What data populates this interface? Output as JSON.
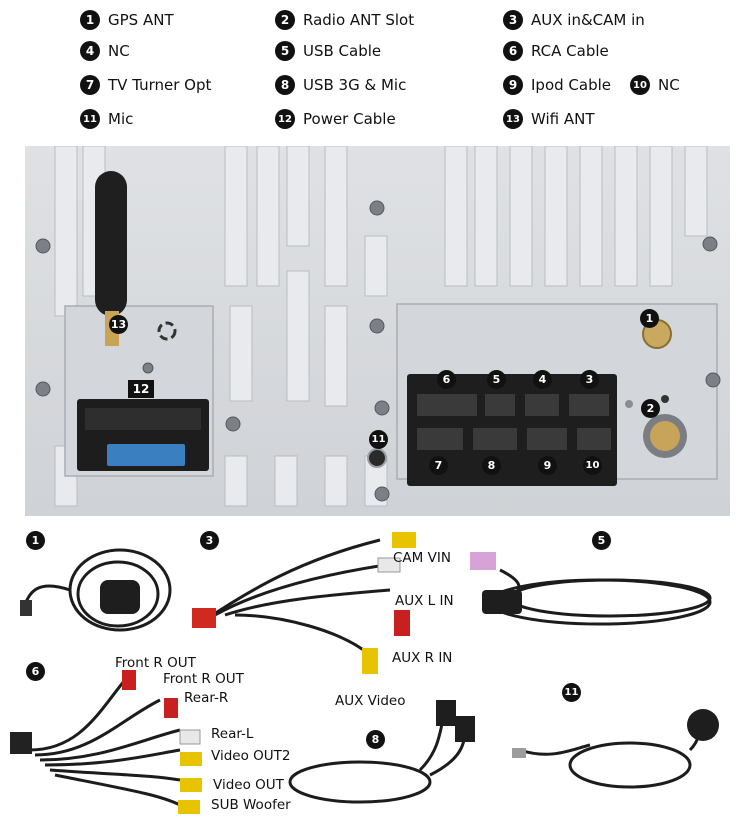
{
  "legend": [
    {
      "num": "1",
      "label": "GPS ANT"
    },
    {
      "num": "2",
      "label": "Radio ANT Slot"
    },
    {
      "num": "3",
      "label": "AUX in&CAM in"
    },
    {
      "num": "4",
      "label": "NC"
    },
    {
      "num": "5",
      "label": "USB Cable"
    },
    {
      "num": "6",
      "label": "RCA Cable"
    },
    {
      "num": "7",
      "label": "TV Turner Opt"
    },
    {
      "num": "8",
      "label": "USB 3G & Mic"
    },
    {
      "num": "9",
      "label": "Ipod Cable"
    },
    {
      "num": "10",
      "label": "NC"
    },
    {
      "num": "11",
      "label": "Mic"
    },
    {
      "num": "12",
      "label": "Power Cable"
    },
    {
      "num": "13",
      "label": "Wifi ANT"
    }
  ],
  "panel_markers": {
    "m13": "13",
    "m12": "12",
    "m1": "1",
    "m2": "2",
    "m11": "11",
    "m6": "6",
    "m5": "5",
    "m4": "4",
    "m3": "3",
    "m7": "7",
    "m8": "8",
    "m9": "9",
    "m10": "10"
  },
  "photo_badges": {
    "gps": "1",
    "aux": "3",
    "usb": "5",
    "rca": "6",
    "usb3g": "8",
    "mic": "11"
  },
  "cable_labels": {
    "cam_vin": "CAM VIN",
    "aux_l_in": "AUX L IN",
    "aux_r_in": "AUX R IN",
    "aux_video": "AUX Video",
    "front_r_out_1": "Front R OUT",
    "front_r_out_2": "Front R OUT",
    "rear_r": "Rear-R",
    "rear_l": "Rear-L",
    "video_out2": "Video OUT2",
    "video_out": "Video OUT",
    "sub_woofer": "SUB Woofer"
  },
  "colors": {
    "panel": "#d6d8dc",
    "badge": "#111111",
    "cable": "#1c1c1c",
    "rca_red": "#c8201e",
    "rca_yellow": "#e8c400",
    "rca_white": "#e8e8e8",
    "fuse_blue": "#3a7fc0",
    "connector_pink": "#d7a2d6"
  }
}
